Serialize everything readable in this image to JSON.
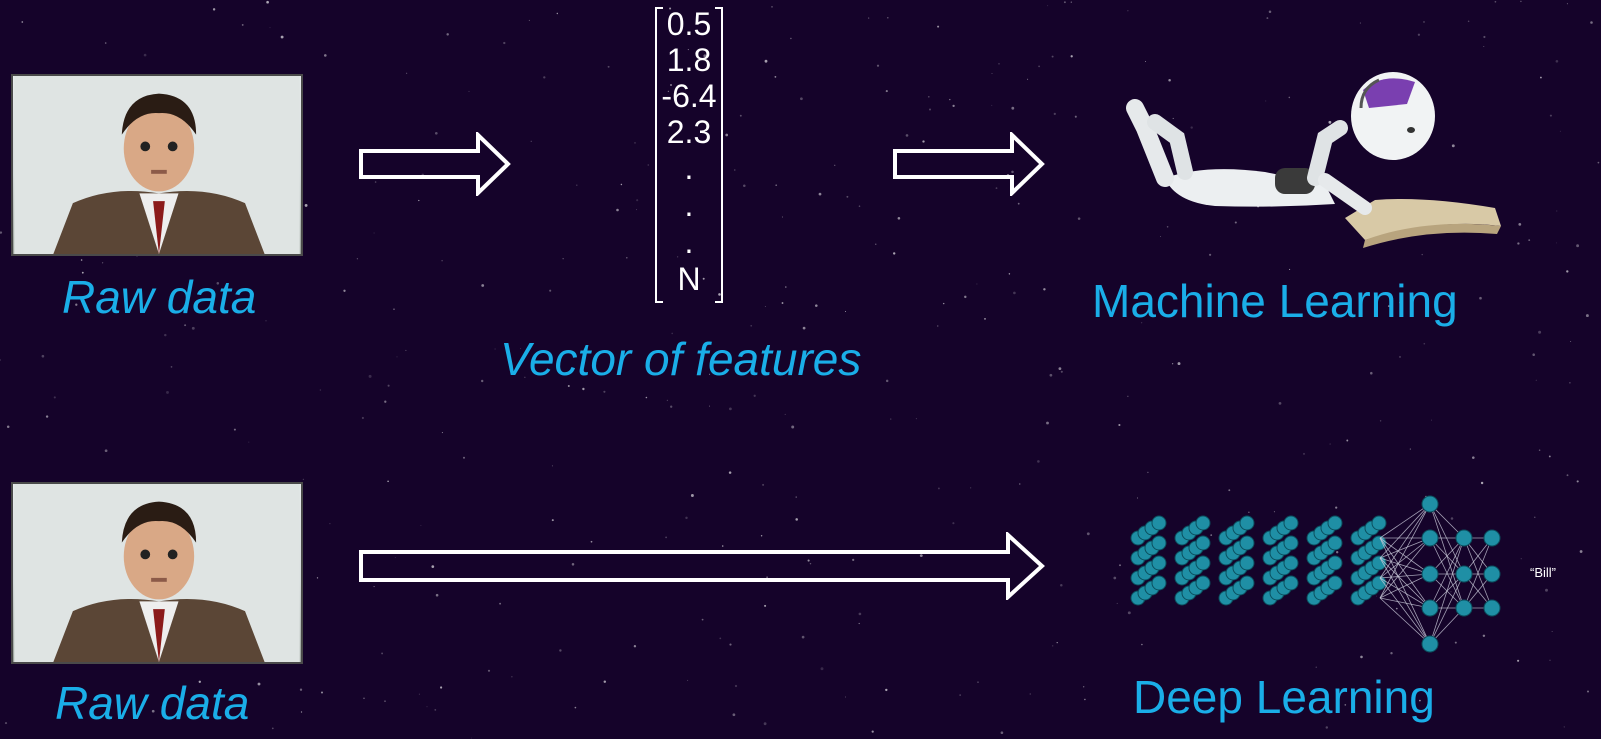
{
  "row1": {
    "raw_label": "Raw data",
    "vector_label": "Vector of features",
    "vector_values": [
      "0.5",
      "1.8",
      "-6.4",
      "2.3",
      ".",
      ".",
      ".",
      "N"
    ],
    "result_label": "Machine Learning"
  },
  "row2": {
    "raw_label": "Raw data",
    "result_label": "Deep Learning",
    "output_label": "“Bill”"
  },
  "colors": {
    "background": "#15032a",
    "accent_text": "#1aaee8",
    "node": "#1f8fa5"
  }
}
